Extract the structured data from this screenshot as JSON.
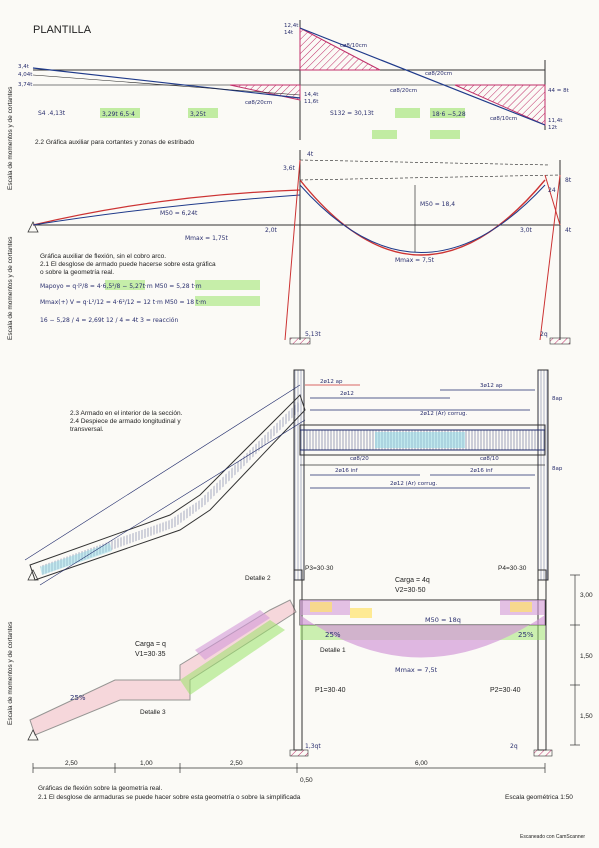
{
  "page": {
    "title": "PLANTILLA",
    "section_shear": "2.2 Gráfica auxiliar para cortantes y zonas de estribado",
    "side_shear": "Escala de momentos y de cortantes",
    "side_moment": "Escala de momentos y de cortantes",
    "side_final": "Escala de momentos y de cortantes",
    "moment_notes": [
      "Gráfica auxiliar de flexión, sin el cobro arco.",
      "2.1 El desglose de armado puede hacerse sobre esta gráfica",
      "o sobre la geometría real."
    ],
    "rebar_notes": [
      "2.3 Armado en el interior de la sección.",
      "2.4 Despiece de armado longitudinal y",
      "transversal."
    ],
    "footer_notes": [
      "Gráficas de flexión sobre la geometría real.",
      "2.1 El desglose de armaduras se puede hacer sobre esta geometría o sobre la simplificada"
    ],
    "scale_label": "Escala geométrica 1:50",
    "stamp": "Escaneado con CamScanner"
  },
  "shear": {
    "labels": {
      "left_top": "3,4t",
      "left_mid": "4,04t",
      "left_bot": "3,74t",
      "center_top": "12,4t",
      "center_top2": "14t",
      "center_bot": "14,4t",
      "center_bot2": "11,6t",
      "right_bot": "11,4t",
      "right_bot2": "12t",
      "right_val": "44 = 8t",
      "stirrup1": "cø8/20cm",
      "stirrup2": "cø8/10cm",
      "stirrup3": "cø8/20cm",
      "stirrup4": "cø8/20cm",
      "stirrup5": "cø8/10cm"
    }
  },
  "moment": {
    "labels": {
      "m_left": "M50 = 6,24t",
      "m_neg": "Mmax = 1,75t",
      "m_center": "M50 = 18,4",
      "m_right": "Mmax = 7,5t",
      "val_4t": "4t",
      "val_20t": "2,0t",
      "val_30t": "3,0t",
      "val_4t2": "4t",
      "val_8t": "8t",
      "left_sup": "3,6t",
      "right_sup": "24",
      "react_l": "5,13t",
      "react_r": "2q"
    },
    "calcs": [
      "Mapoyo =  q·l²/8 = 4·6,5²/8 − 5,27t·m   M50 = 5,28 t·m",
      "Mmax(+) V = q·L²/12 = 4·6²/12 = 12 t·m   M50 = 18 t·m",
      "16 − 5,28 / 4 = 2,69t   12 / 4 = 4t   3 = reacción"
    ]
  },
  "rebar": {
    "labels": {
      "top1": "2ø12 ap",
      "top2": "2ø12 (Ar) corrug.",
      "top3": "2ø12",
      "top4": "3ø12 ap",
      "bot1": "2ø16 inf",
      "bot2": "2ø12 (Ar) corrug.",
      "bot3": "2ø16 inf",
      "stir1": "cø8/20",
      "stir2": "cø8/10",
      "side1": "8ap",
      "side2": "8ap"
    }
  },
  "final": {
    "labels": {
      "detalle2": "Detalle 2",
      "detalle1": "Detalle 1",
      "detalle3": "Detalle 3",
      "carga_top": "Carga = 4q",
      "v2": "V2=30·50",
      "carga_left": "Carga = q",
      "v1": "V1=30·35",
      "p1": "P1=30·40",
      "p2": "P2=30·40",
      "p3": "P3=30·30",
      "p4": "P4=30·30",
      "m_center": "M50 = 18q",
      "m_max": "Mmax = 7,5t",
      "dim_300": "3,00",
      "dim_150a": "1,50",
      "dim_150b": "1,50",
      "dim_250a": "2,50",
      "dim_100": "1,00",
      "dim_250b": "2,50",
      "dim_600": "6,00",
      "dim_050": "0,50",
      "react_l": "1,3qt",
      "react_r": "2q",
      "pct1": "25%",
      "pct2": "25%",
      "pct3": "25%"
    }
  }
}
